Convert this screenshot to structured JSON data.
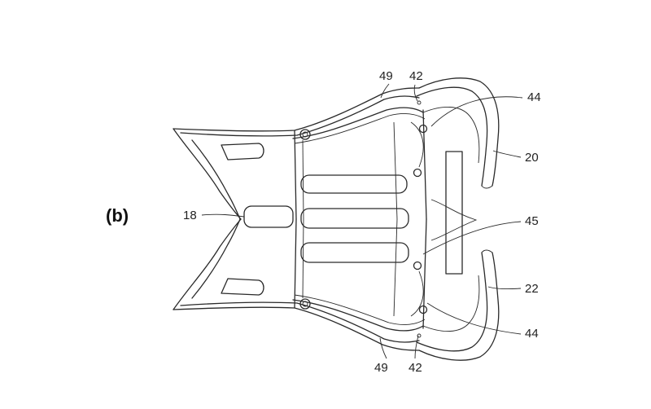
{
  "figure_label": "(b)",
  "reference_numerals": {
    "top_49": "49",
    "top_42": "42",
    "top_44": "44",
    "n20": "20",
    "n18": "18",
    "n45": "45",
    "n22": "22",
    "bottom_44": "44",
    "bottom_49": "49",
    "bottom_42": "42"
  }
}
